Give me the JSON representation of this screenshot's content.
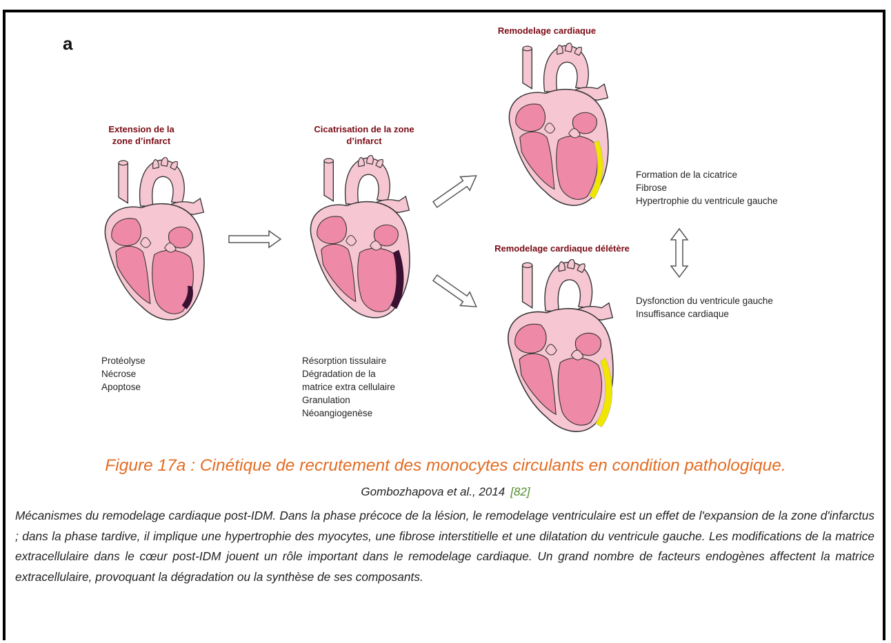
{
  "panel_letter": "a",
  "stages": {
    "extension": {
      "title_lines": [
        "Extension de la",
        "zone d’infarct"
      ],
      "notes": [
        "Protéolyse",
        "Nécrose",
        "Apoptose"
      ]
    },
    "cicatrisation": {
      "title_lines": [
        "Cicatrisation de la zone",
        "d’infarct"
      ],
      "notes": [
        "Résorption tissulaire",
        "Dégradation de la",
        "matrice extra cellulaire",
        "Granulation",
        "Néoangiogenèse"
      ]
    },
    "remodelage": {
      "title": "Remodelage cardiaque",
      "notes": [
        "Formation de la cicatrice",
        "Fibrose",
        "Hypertrophie du ventricule gauche"
      ]
    },
    "remodelage_deletere": {
      "title": "Remodelage cardiaque délétère",
      "notes": [
        "Dysfonction du ventricule gauche",
        "Insuffisance cardiaque"
      ]
    }
  },
  "figure": {
    "title": "Figure 17a : Cinétique de recrutement des monocytes circulants en condition pathologique.",
    "reference_authors": "Gombozhapova et al., 2014",
    "reference_number": "[82]",
    "caption": "Mécanismes du remodelage cardiaque post-IDM. Dans la phase précoce de la lésion, le remodelage ventriculaire est un effet de l'expansion de la zone d'infarctus ; dans la phase tardive, il implique une hypertrophie des myocytes, une fibrose interstitielle et une dilatation du ventricule gauche. Les modifications de la matrice extracellulaire dans le cœur post-IDM jouent un rôle important dans le remodelage cardiaque. Un grand nombre de facteurs endogènes affectent la matrice extracellulaire, provoquant la dégradation ou la synthèse de ses composants."
  },
  "colors": {
    "stage_title": "#7a0a14",
    "figure_title": "#e36c23",
    "reference_number": "#4f8c2c",
    "heart_fill": "#f7c6d3",
    "chamber_fill": "#ee8aa8",
    "infarct": "#3a1030",
    "scar": "#f0e600"
  }
}
